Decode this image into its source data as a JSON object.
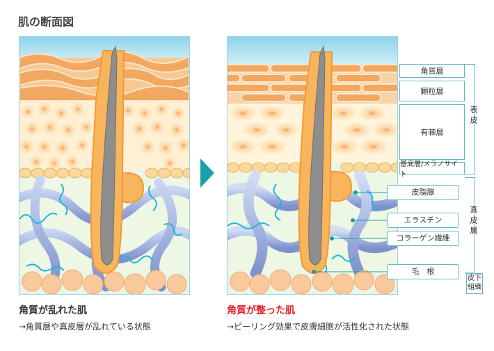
{
  "title": "肌の断面図",
  "left": {
    "caption": "角質が乱れた肌",
    "sub": "→角質層や真皮層が乱れている状態"
  },
  "right": {
    "caption": "角質が整った肌",
    "sub": "→ピーリング効果で皮膚細胞が活性化された状態",
    "caption_color": "#e8202a"
  },
  "layers": {
    "kakushitsu": "角質層",
    "kenryu": "顆粒層",
    "yuukyoku": "有棘層",
    "kitei": "基底層/メラノサイト",
    "hyouhi": "表皮",
    "shinpi": "真皮層",
    "hika": "皮下組織"
  },
  "parts": {
    "hishisen": "皮脂腺",
    "elastin": "エラスチン",
    "collagen": "コラーゲン繊維",
    "mokon": "毛　根"
  },
  "colors": {
    "accent_teal": "#1aa0a8",
    "label_border": "#5fb8c8",
    "red": "#e8202a"
  }
}
